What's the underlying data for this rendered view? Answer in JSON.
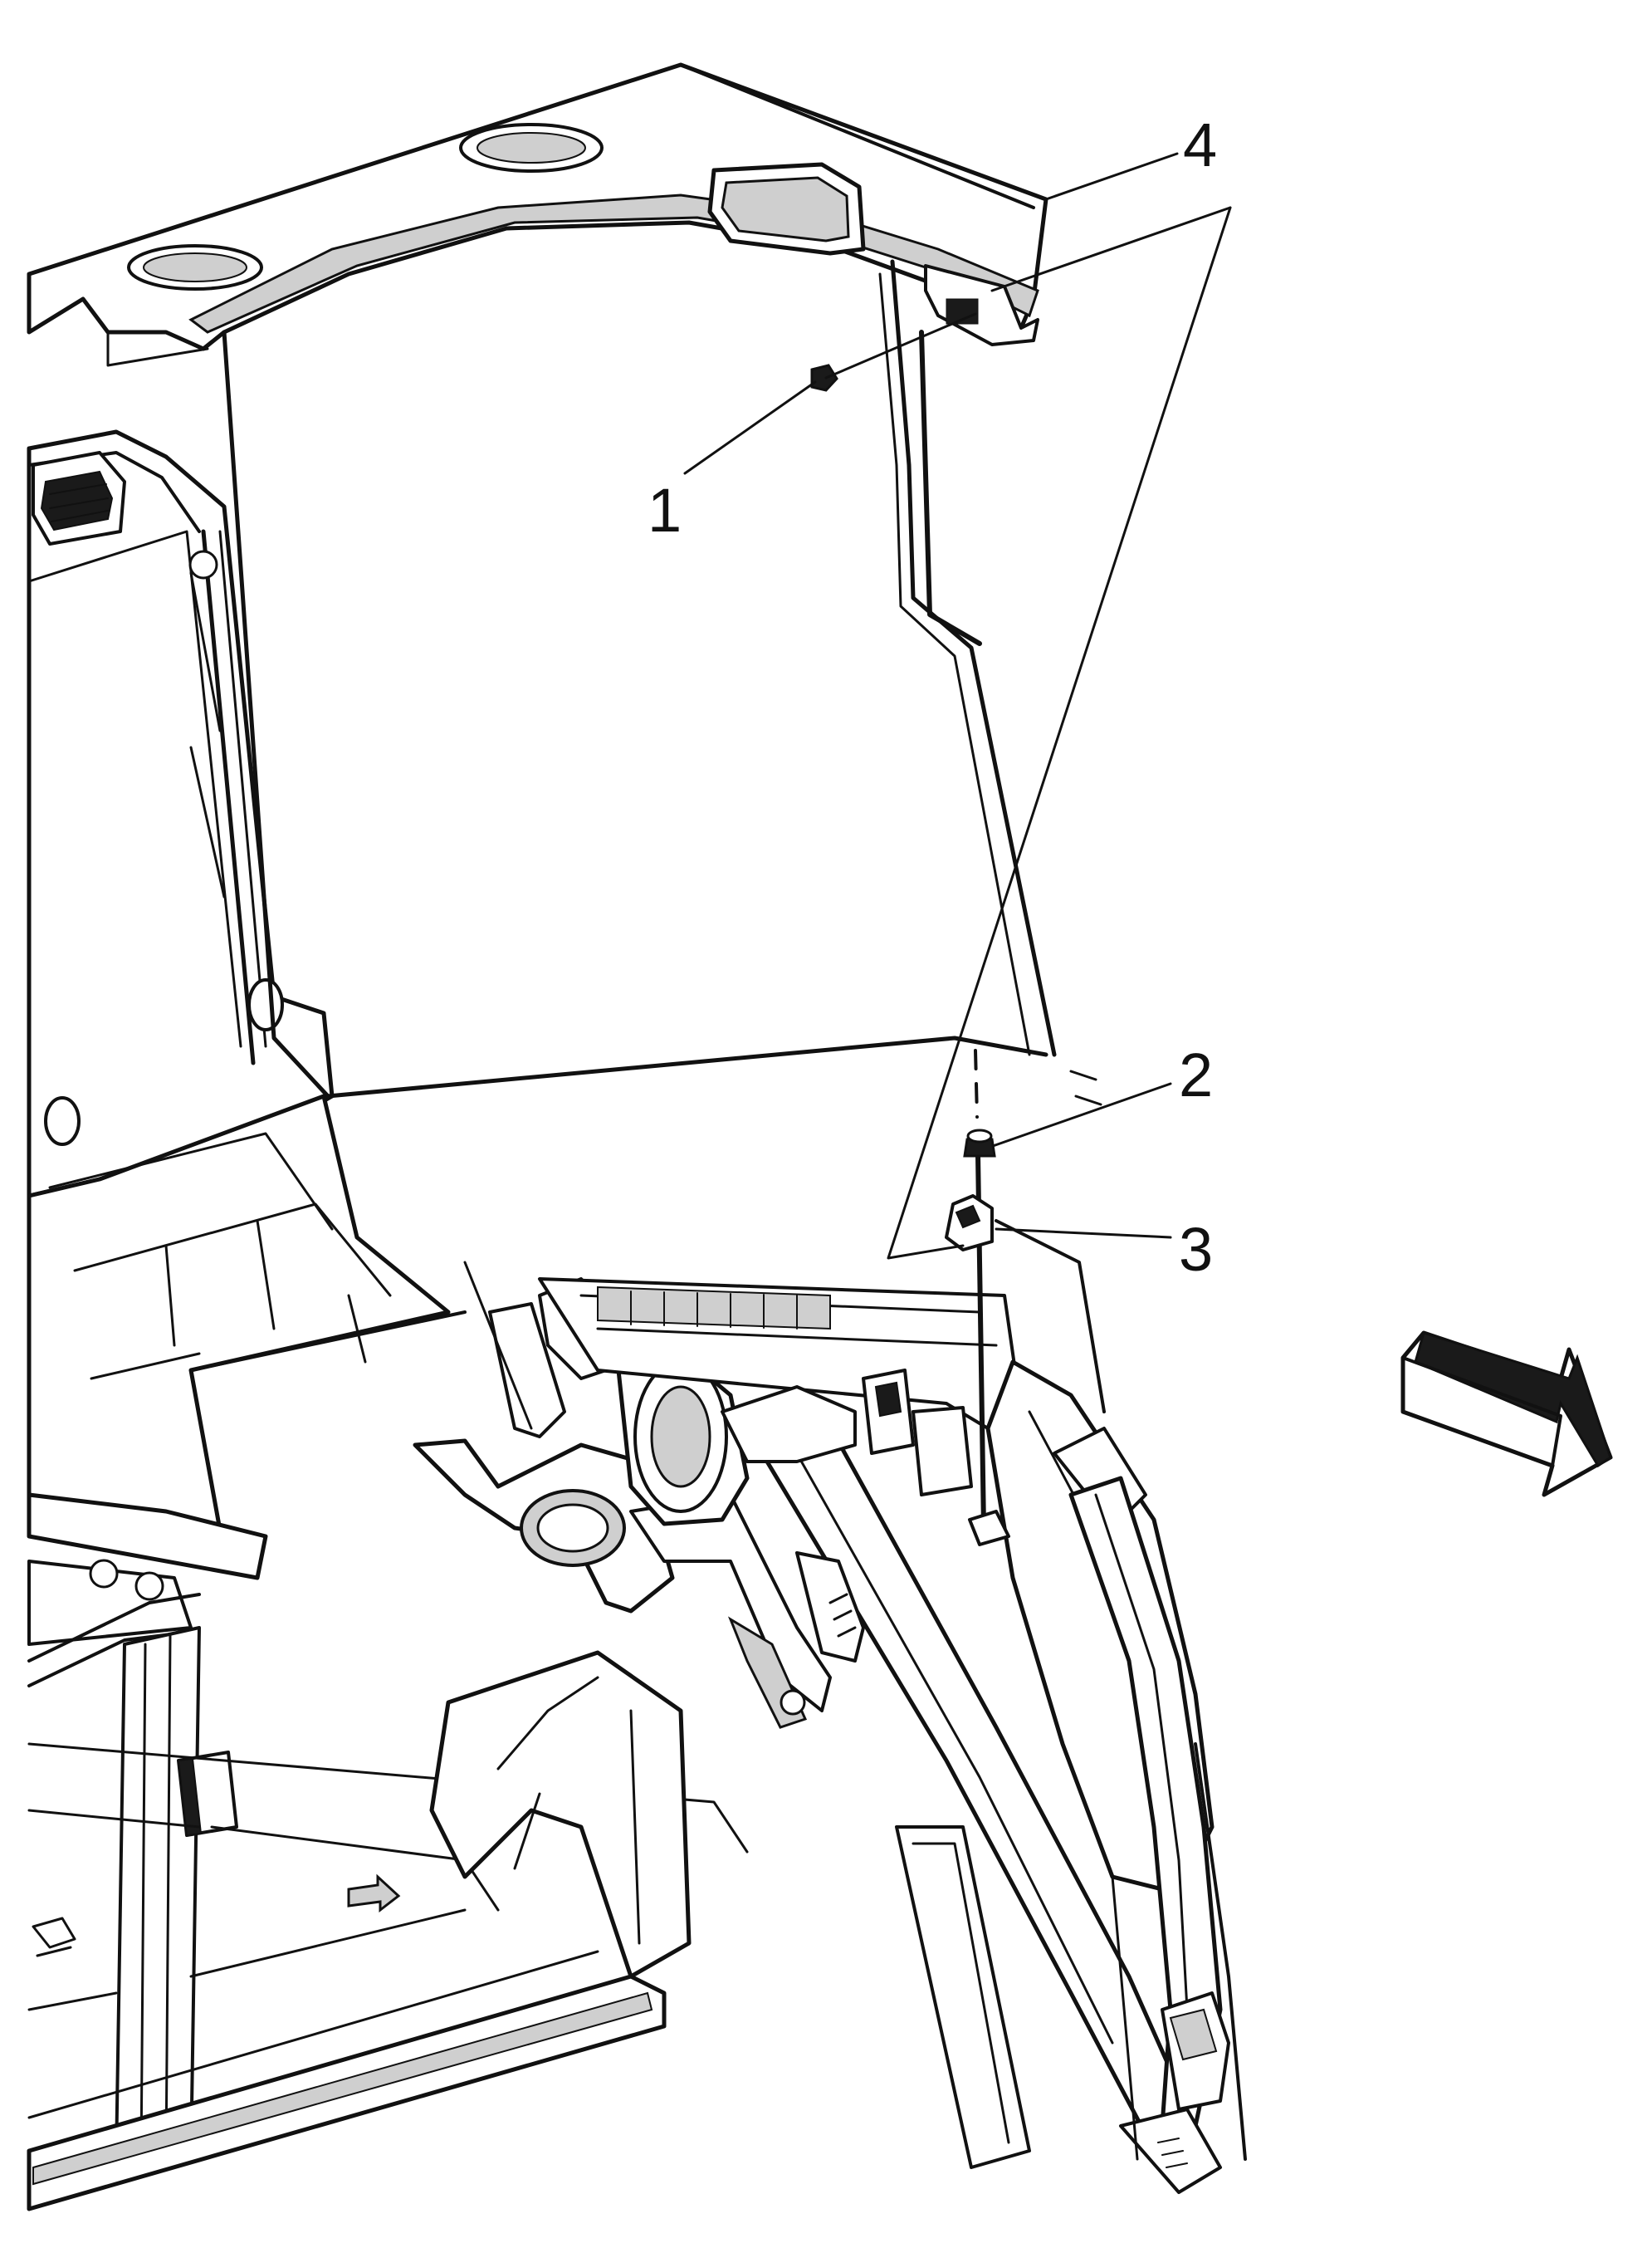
{
  "callouts": {
    "c1": "1",
    "c2": "2",
    "c3": "3",
    "c4": "4"
  },
  "colors": {
    "ink": "#111111",
    "background": "#ffffff",
    "shade": "#cfcfcf"
  },
  "icons": {
    "view_arrow": "front-of-vehicle-arrow-icon"
  }
}
